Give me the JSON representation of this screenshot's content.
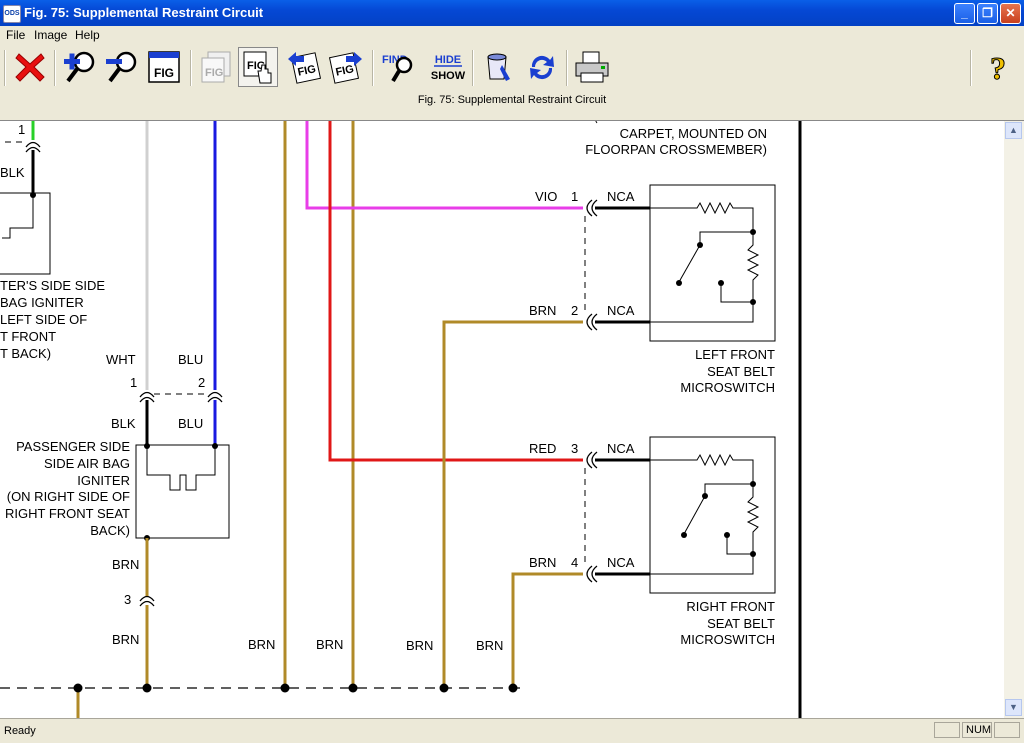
{
  "window": {
    "app_icon": "ODS",
    "title": "Fig. 75: Supplemental Restraint Circuit",
    "minimize": "_",
    "maximize": "❐",
    "close": "✕"
  },
  "menu": [
    {
      "label": "File"
    },
    {
      "label": "Image"
    },
    {
      "label": "Help"
    }
  ],
  "toolbar": {
    "buttons": [
      {
        "name": "close-figure",
        "icon": "red-x-icon"
      },
      {
        "name": "zoom-in",
        "icon": "zoom-in-icon"
      },
      {
        "name": "zoom-out",
        "icon": "zoom-out-icon"
      },
      {
        "name": "fit-figure",
        "icon": "fig-window-icon",
        "label": "FIG"
      },
      {
        "name": "fig-view-disabled",
        "icon": "fig-disabled-icon",
        "label": "FIG"
      },
      {
        "name": "fig-pan",
        "icon": "fig-hand-icon",
        "label": "FIG"
      },
      {
        "name": "prev-fig",
        "icon": "prev-fig-icon",
        "label": "FIG"
      },
      {
        "name": "next-fig",
        "icon": "next-fig-icon",
        "label": "FIG"
      },
      {
        "name": "find",
        "icon": "find-icon",
        "label": "FIND"
      },
      {
        "name": "hide-show",
        "icon": "hide-show-icon",
        "label_top": "HIDE",
        "label_bottom": "SHOW"
      },
      {
        "name": "highlight",
        "icon": "paint-bucket-icon"
      },
      {
        "name": "refresh",
        "icon": "rotate-arrows-icon"
      },
      {
        "name": "print",
        "icon": "printer-icon"
      },
      {
        "name": "help",
        "icon": "question-mark-icon",
        "label": "?"
      }
    ]
  },
  "figure_caption": "Fig. 75: Supplemental Restraint Circuit",
  "diagram": {
    "colors": {
      "brown": "#b08a28",
      "violet": "#e83ee8",
      "red": "#e01818",
      "blue": "#1a1ae0",
      "white_wire": "#d0d0d0",
      "green": "#28d028",
      "black": "#000000"
    },
    "driver_side": {
      "pin": "1",
      "wire_color": "BLK",
      "label_lines": [
        "TER'S SIDE SIDE",
        "BAG IGNITER",
        "LEFT SIDE OF",
        "T FRONT",
        "T BACK)"
      ]
    },
    "passenger_side": {
      "wire_top_left": "WHT",
      "wire_top_right": "BLU",
      "pin_1": "1",
      "pin_2": "2",
      "wire_bottom_left": "BLK",
      "wire_bottom_right": "BLU",
      "label_lines": [
        "PASSENGER SIDE",
        "SIDE AIR BAG",
        "IGNITER",
        "(ON RIGHT SIDE OF",
        "RIGHT FRONT SEAT",
        "BACK)"
      ],
      "lower_wire": "BRN",
      "lower_pin": "3",
      "lower_wire_2": "BRN"
    },
    "ground_labels": [
      "BRN",
      "BRN",
      "BRN",
      "BRN"
    ],
    "note_lines": [
      "CARPET, MOUNTED ON",
      "FLOORPAN CROSSMEMBER)"
    ],
    "left_switch": {
      "pins": [
        {
          "wire": "VIO",
          "pin": "1",
          "term": "NCA"
        },
        {
          "wire": "BRN",
          "pin": "2",
          "term": "NCA"
        }
      ],
      "label_lines": [
        "LEFT FRONT",
        "SEAT BELT",
        "MICROSWITCH"
      ]
    },
    "right_switch": {
      "pins": [
        {
          "wire": "RED",
          "pin": "3",
          "term": "NCA"
        },
        {
          "wire": "BRN",
          "pin": "4",
          "term": "NCA"
        }
      ],
      "label_lines": [
        "RIGHT FRONT",
        "SEAT BELT",
        "MICROSWITCH"
      ]
    }
  },
  "status": {
    "ready": "Ready",
    "num": "NUM"
  }
}
